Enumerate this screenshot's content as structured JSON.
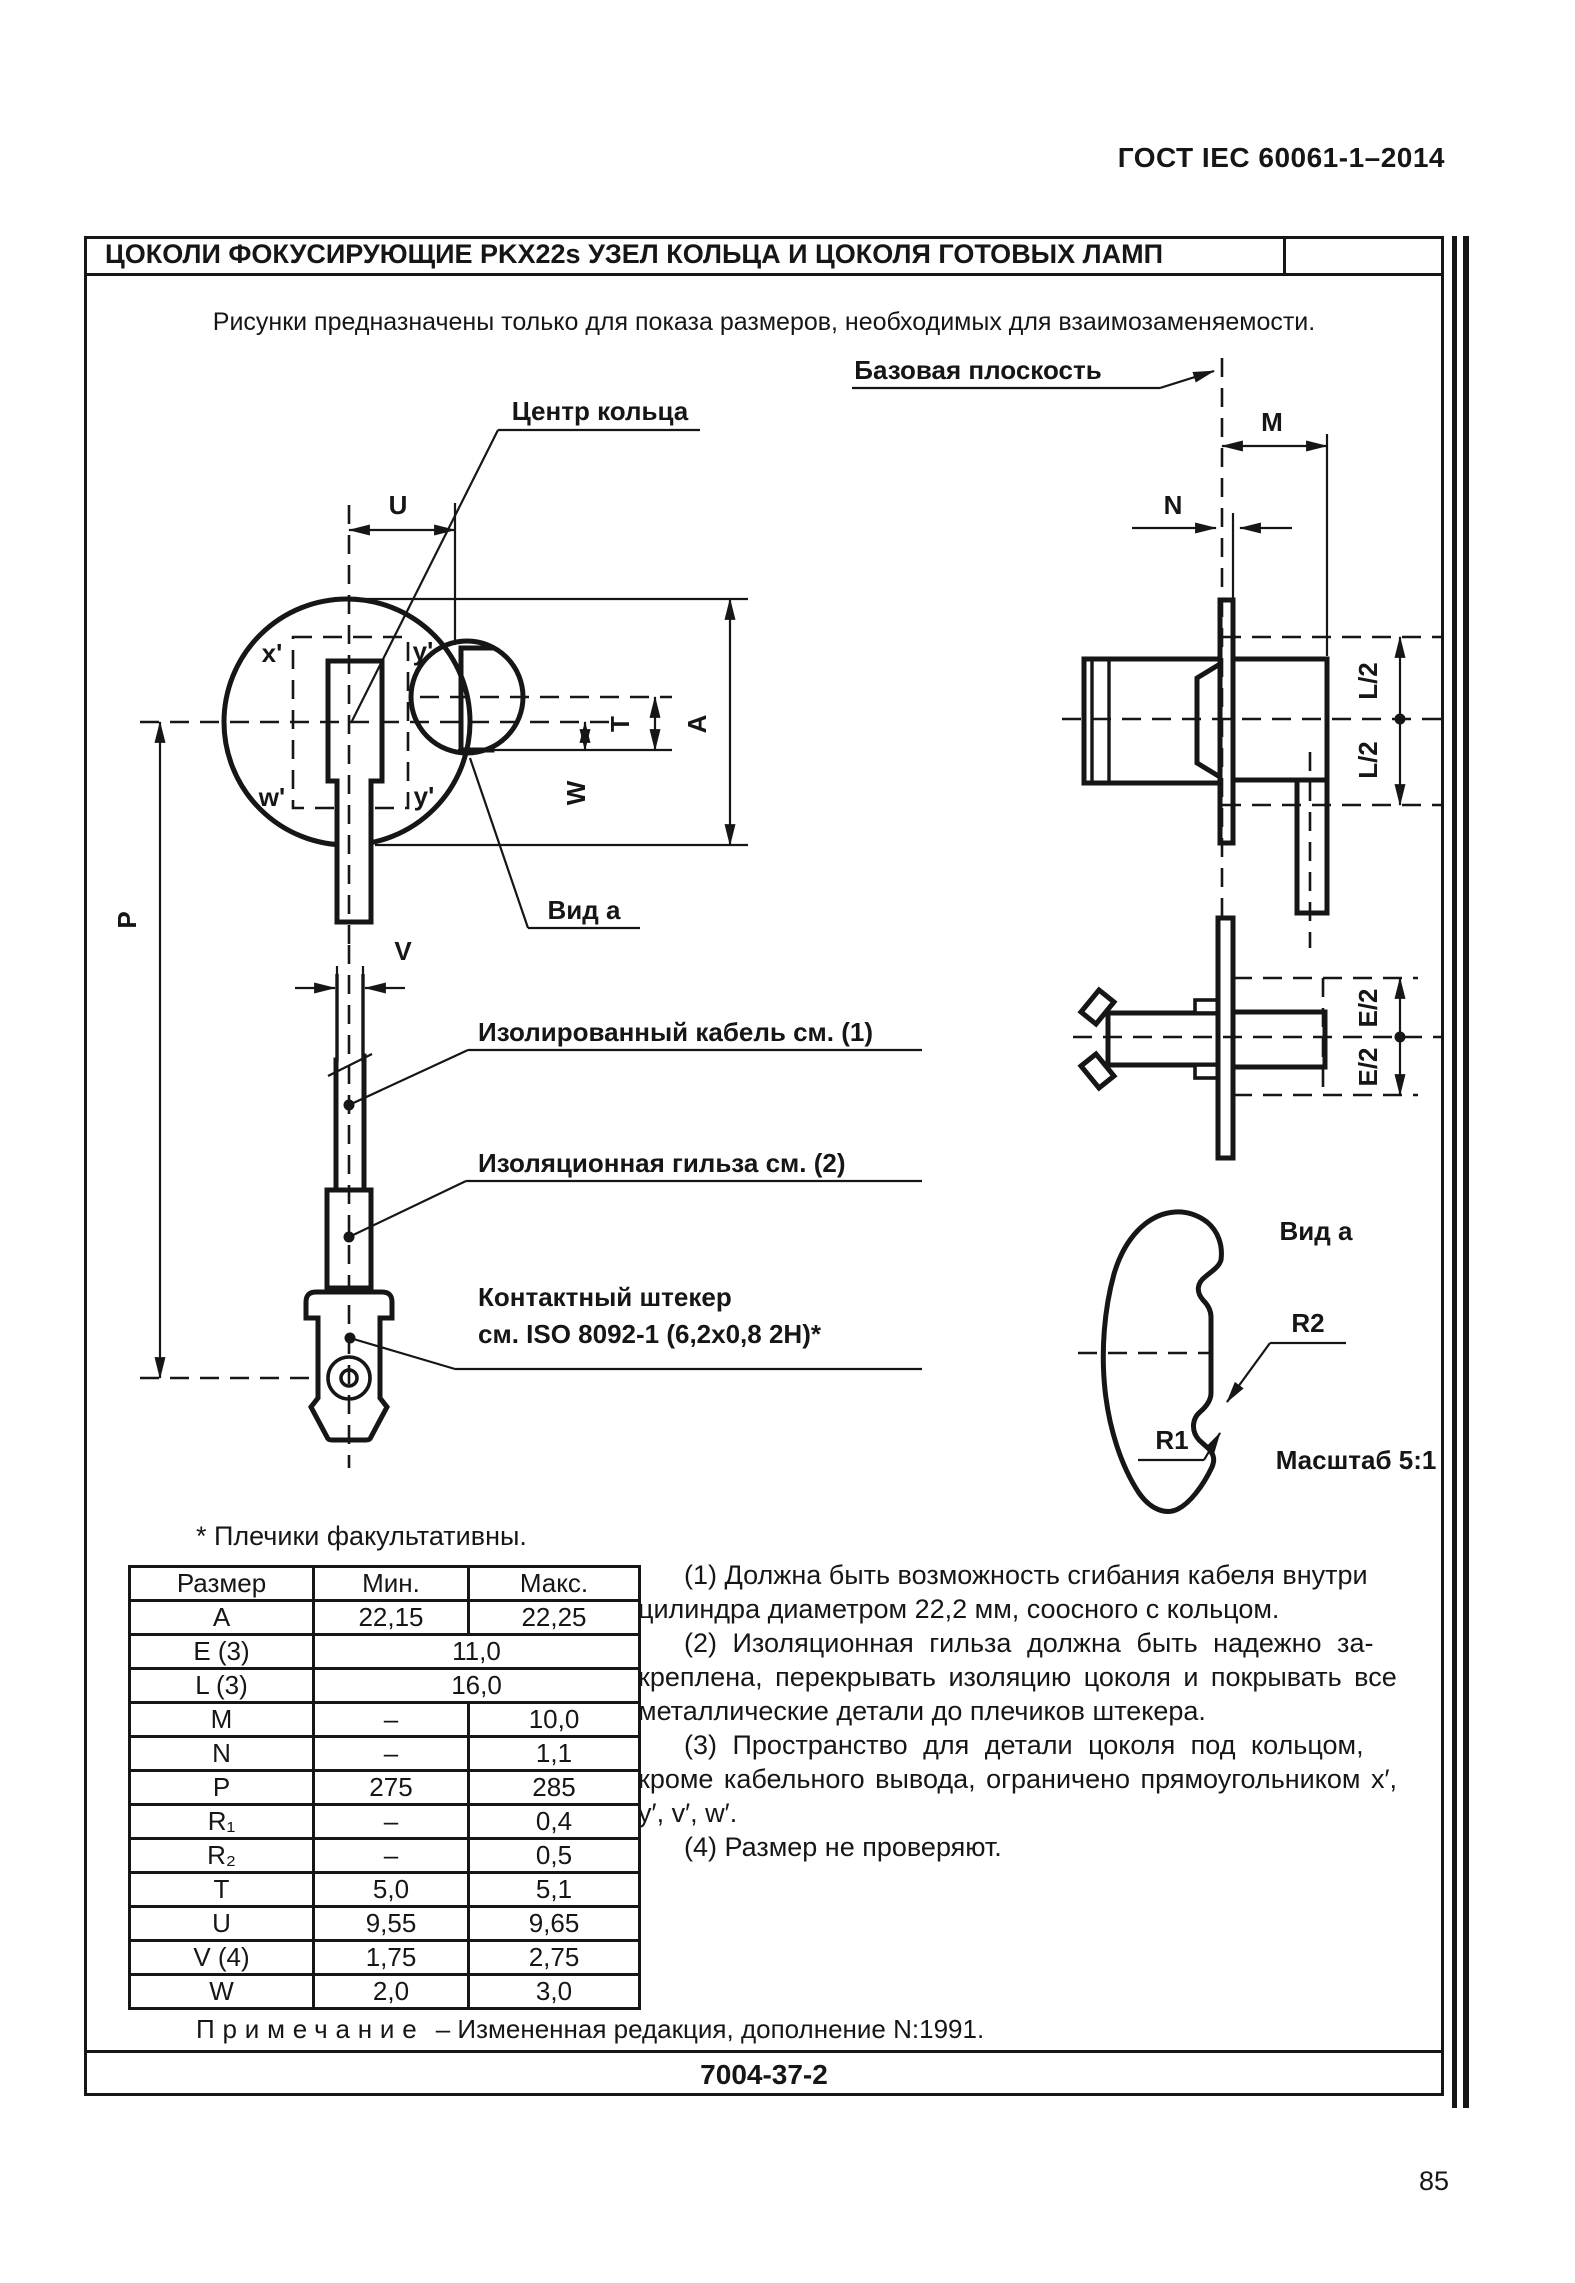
{
  "page": {
    "header": "ГОСТ IEC 60061-1–2014",
    "page_number": "85",
    "sheet_code": "7004-37-2"
  },
  "sheet": {
    "title": "ЦОКОЛИ ФОКУСИРУЮЩИЕ PKX22s УЗЕЛ КОЛЬЦА И ЦОКОЛЯ ГОТОВЫХ ЛАМП",
    "subtitle": "Рисунки предназначены только для показа размеров, необходимых для взаимозаменяемости."
  },
  "figure": {
    "labels": {
      "ring_center": "Центр кольца",
      "base_plane": "Базовая плоскость",
      "view_a": "Вид а",
      "view_a_detail": "Вид а",
      "scale": "Масштаб 5:1",
      "insulated_cable": "Изолированный кабель см. (1)",
      "insulation_sleeve": "Изоляционная гильза см. (2)",
      "contact_plug_line1": "Контактный штекер",
      "contact_plug_line2": "см. ISO 8092-1 (6,2x0,8 2H)*",
      "r1": "R1",
      "r2": "R2"
    },
    "dims": {
      "u": "U",
      "t": "T",
      "w": "W",
      "a": "A",
      "p": "P",
      "v": "V",
      "m": "M",
      "n": "N",
      "l2": "L/2",
      "e2": "E/2"
    },
    "zones": {
      "x1": "x'",
      "y1": "y'",
      "w1": "w'",
      "y2": "y'"
    }
  },
  "shoulders_note": "* Плечики факультативны.",
  "table": {
    "headers": [
      "Размер",
      "Мин.",
      "Макс."
    ],
    "rows": [
      {
        "size": "A",
        "min": "22,15",
        "max": "22,25"
      },
      {
        "size": "E (3)",
        "value": "11,0"
      },
      {
        "size": "L (3)",
        "value": "16,0"
      },
      {
        "size": "M",
        "min": "–",
        "max": "10,0"
      },
      {
        "size": "N",
        "min": "–",
        "max": "1,1"
      },
      {
        "size": "P",
        "min": "275",
        "max": "285"
      },
      {
        "size": "R₁",
        "min": "–",
        "max": "0,4"
      },
      {
        "size": "R₂",
        "min": "–",
        "max": "0,5"
      },
      {
        "size": "T",
        "min": "5,0",
        "max": "5,1"
      },
      {
        "size": "U",
        "min": "9,55",
        "max": "9,65"
      },
      {
        "size": "V (4)",
        "min": "1,75",
        "max": "2,75"
      },
      {
        "size": "W",
        "min": "2,0",
        "max": "3,0"
      }
    ]
  },
  "notes": {
    "items": [
      {
        "lines": [
          "(1) Должна быть возможность сгибания кабеля внутри",
          "цилиндра диаметром 22,2 мм, соосного с кольцом."
        ]
      },
      {
        "lines": [
          "(2) Изоляционная гильза должна быть надежно за-",
          "креплена, перекрывать изоляцию цоколя и покрывать все",
          "металлические детали до плечиков штекера."
        ]
      },
      {
        "lines": [
          "(3) Пространство для детали цоколя под кольцом,",
          "кроме кабельного вывода, ограничено прямоугольником x′,",
          "y′, v′, w′."
        ]
      },
      {
        "lines": [
          "(4) Размер не проверяют."
        ]
      }
    ]
  },
  "footnote": {
    "label": "Примечание",
    "text": "– Измененная редакция, дополнение N:1991."
  }
}
